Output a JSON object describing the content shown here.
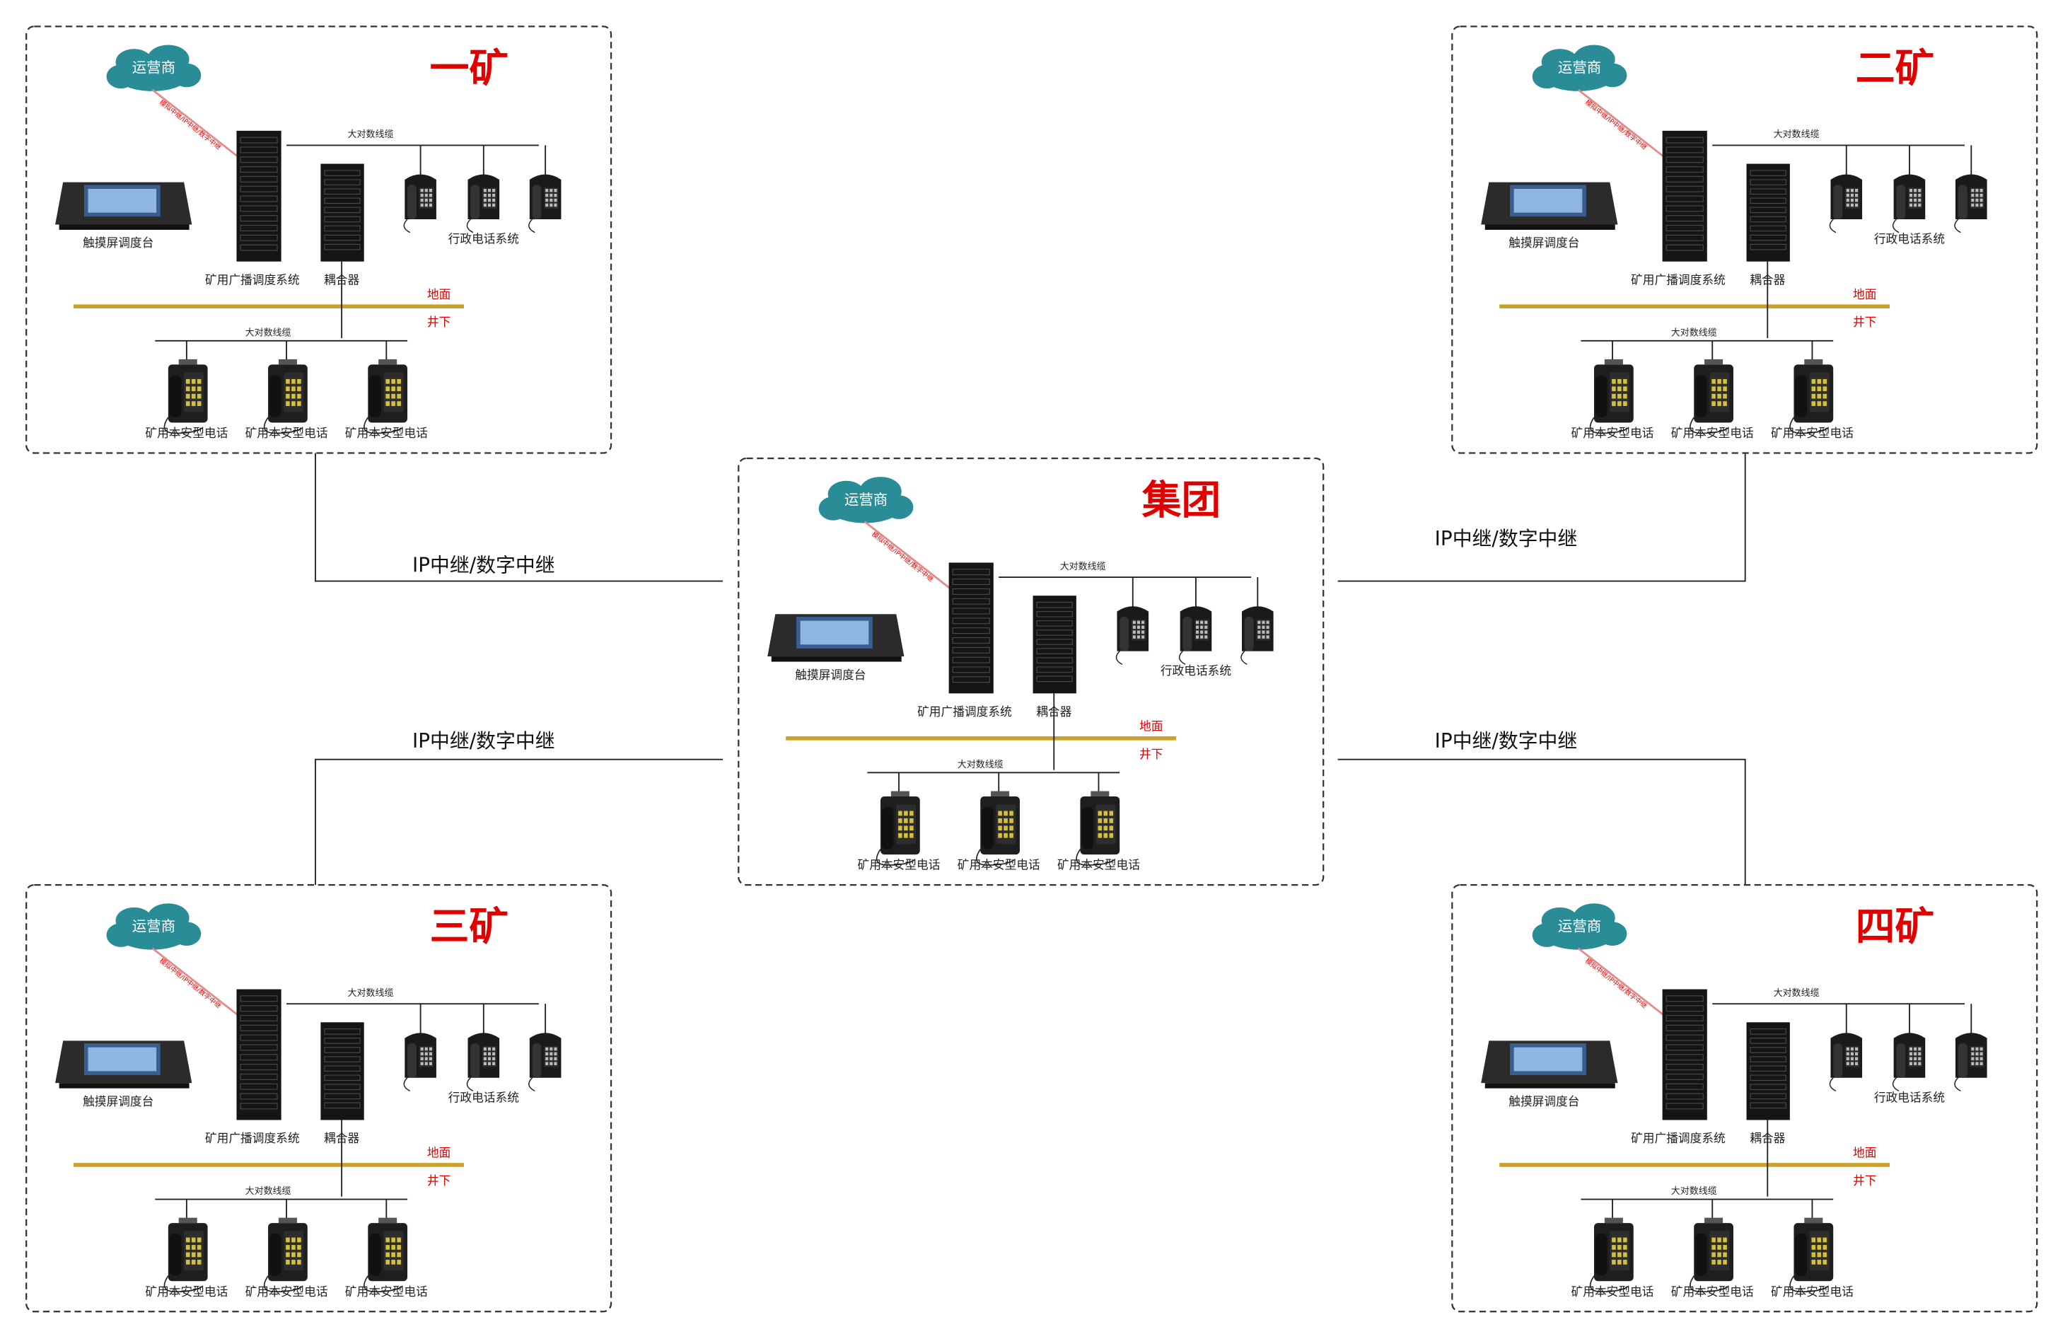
{
  "sites": [
    {
      "id": "group",
      "title": "集团"
    },
    {
      "id": "mine1",
      "title": "一矿"
    },
    {
      "id": "mine2",
      "title": "二矿"
    },
    {
      "id": "mine3",
      "title": "三矿"
    },
    {
      "id": "mine4",
      "title": "四矿"
    }
  ],
  "labels": {
    "operator": "运营商",
    "trunk_diag": "模拟中继/IP中继/数字中继",
    "big_cable": "大对数线缆",
    "touch_console": "触摸屏调度台",
    "broadcast_system": "矿用广播调度系统",
    "coupler": "耦合器",
    "admin_phone_system": "行政电话系统",
    "ground": "地面",
    "underground": "井下",
    "intrinsic_phone": "矿用本安型电话"
  },
  "links": {
    "mine1": "IP中继/数字中继",
    "mine2": "IP中继/数字中继",
    "mine3": "IP中继/数字中继",
    "mine4": "IP中继/数字中继"
  },
  "colors": {
    "title_red": "#e00000",
    "cloud_teal": "#2a8c96",
    "ground_line": "#c9a227",
    "border_dash": "#333333",
    "rack_black": "#151515"
  },
  "icons": [
    "cloud-icon",
    "console-icon",
    "rack-icon",
    "coupler-icon",
    "desk-phone-icon",
    "mine-phone-icon"
  ]
}
